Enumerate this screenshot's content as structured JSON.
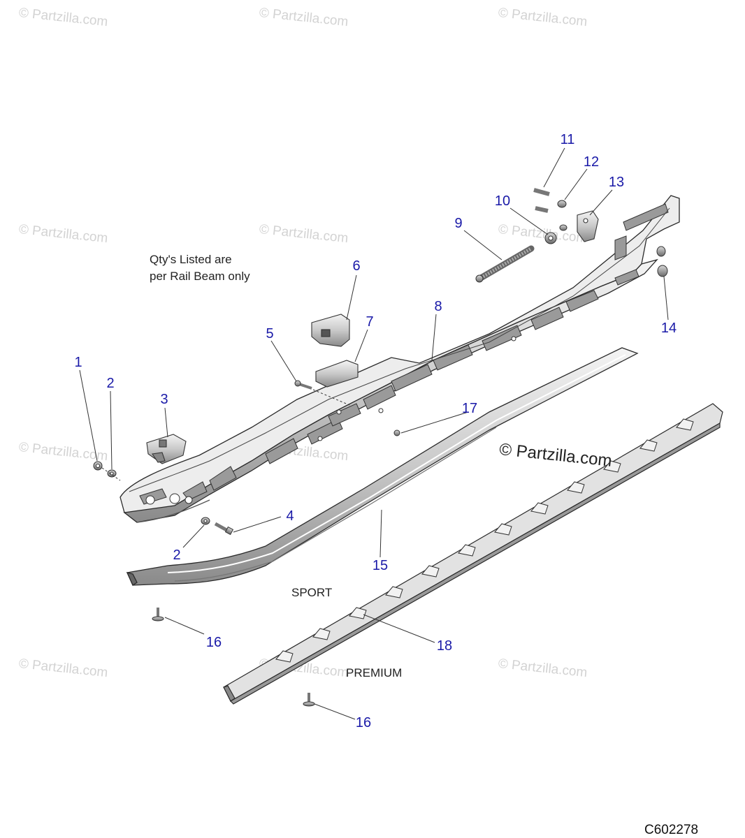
{
  "watermark": "© Partzilla.com",
  "note": {
    "line1": "Qty's Listed are",
    "line2": "per Rail Beam only"
  },
  "variants": {
    "sport": "SPORT",
    "premium": "PREMIUM"
  },
  "diagram_code": "C602278",
  "callouts": [
    "1",
    "2",
    "3",
    "4",
    "5",
    "6",
    "7",
    "8",
    "9",
    "10",
    "11",
    "12",
    "13",
    "14",
    "15",
    "16",
    "17",
    "18"
  ],
  "colors": {
    "callout_text": "#1a1aa8",
    "line_art": "#333333",
    "watermark": "#d3d3d3"
  }
}
